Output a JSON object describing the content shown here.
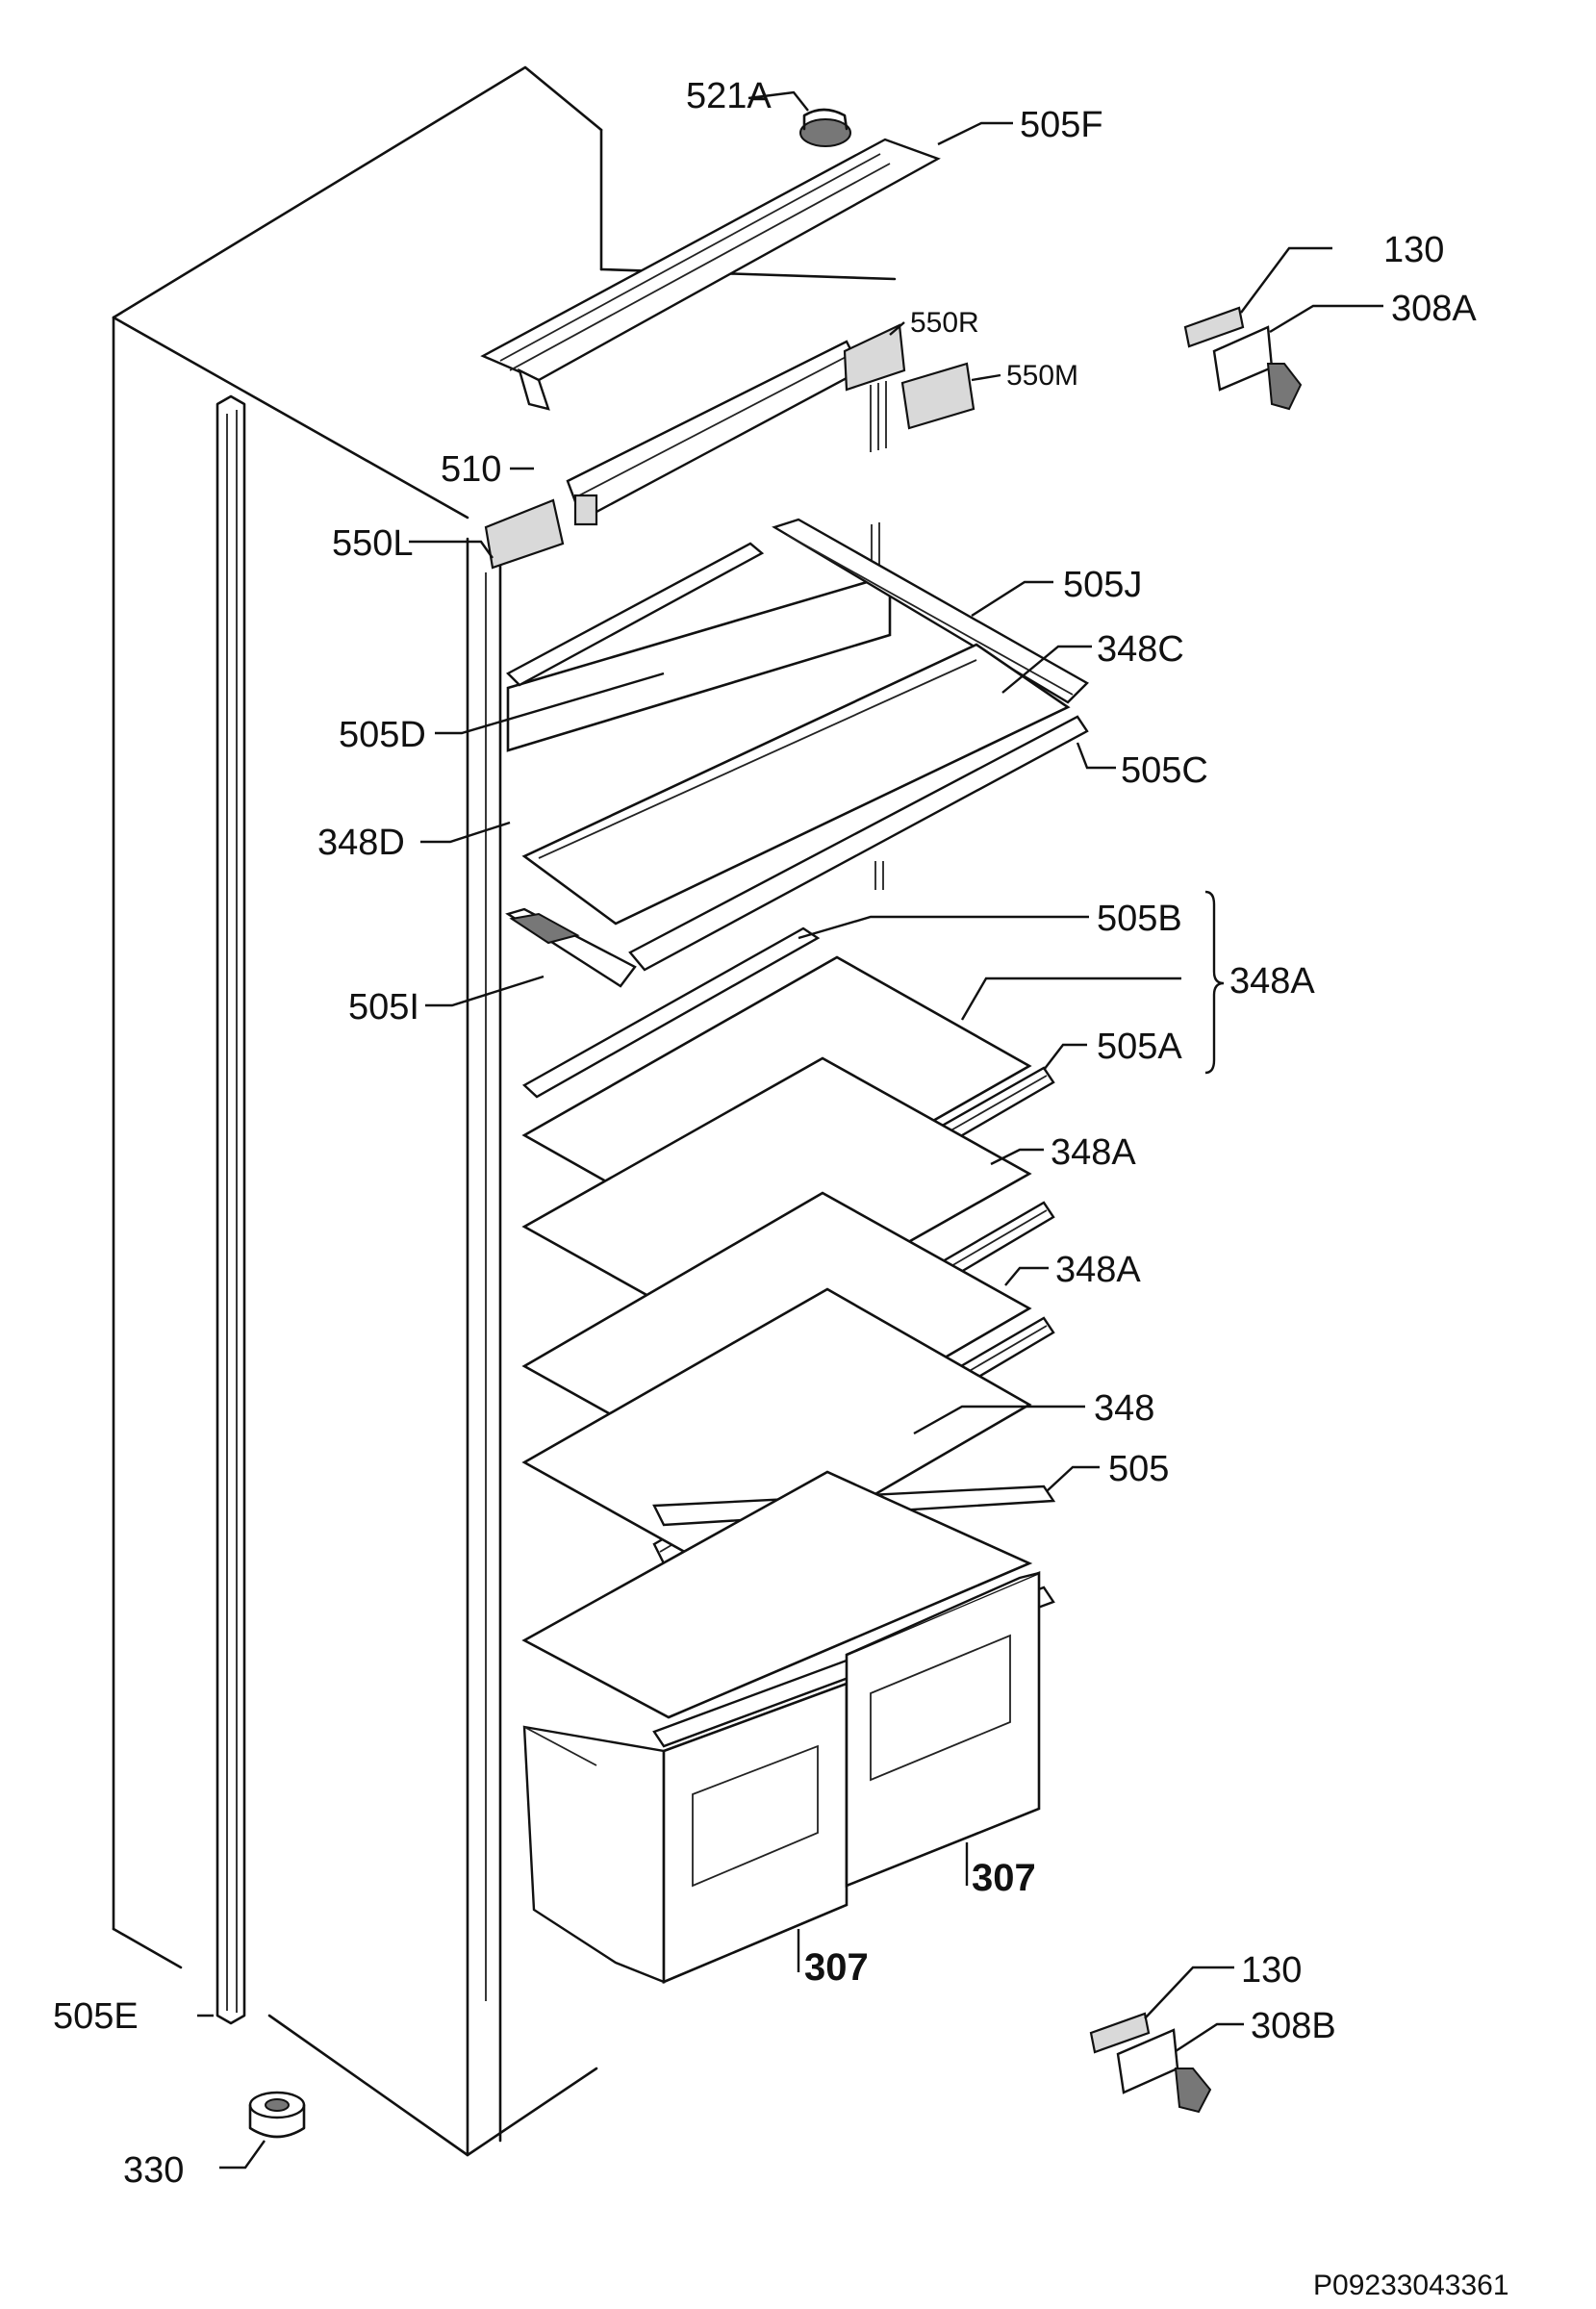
{
  "labels": {
    "l521A": "521A",
    "l505F": "505F",
    "l130_top": "130",
    "l308A": "308A",
    "l550R": "550R",
    "l550M": "550M",
    "l510": "510",
    "l550L": "550L",
    "l505J": "505J",
    "l348C": "348C",
    "l505D": "505D",
    "l505C": "505C",
    "l348D": "348D",
    "l505B": "505B",
    "l348A_group": "348A",
    "l505I": "505I",
    "l505A": "505A",
    "l348A_2": "348A",
    "l348A_3": "348A",
    "l348": "348",
    "l505": "505",
    "l307_right": "307",
    "l307_left": "307",
    "l130_bottom": "130",
    "l308B": "308B",
    "l505E": "505E",
    "l330": "330"
  },
  "document_code": "P09233043361"
}
